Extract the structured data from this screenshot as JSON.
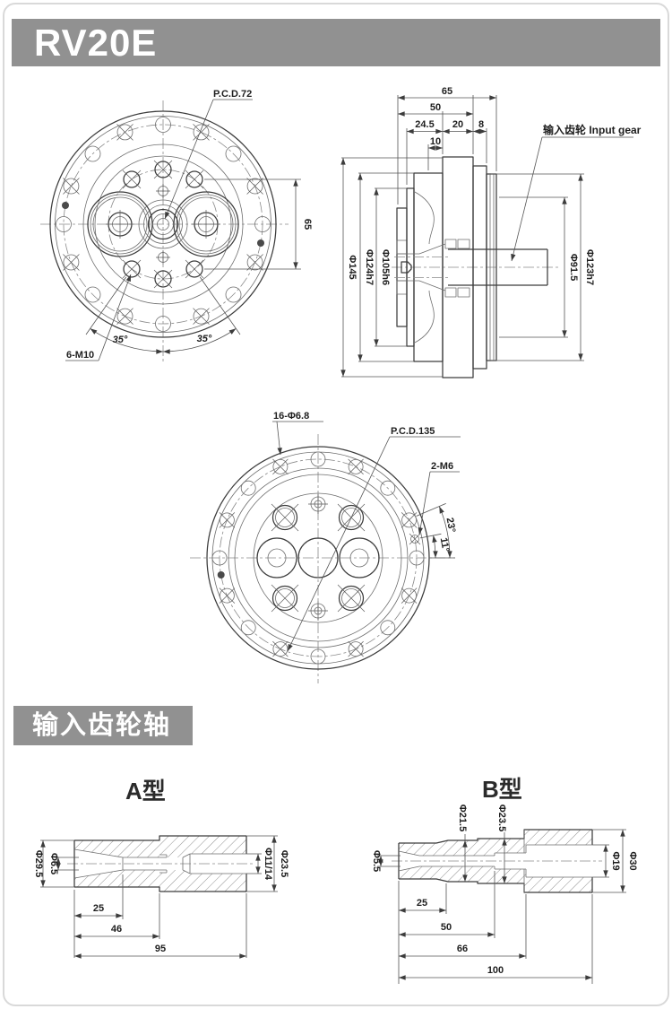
{
  "title": "RV20E",
  "colors": {
    "header_bar": "#919191",
    "ink": "#3c3c3c"
  },
  "front_view": {
    "pcd_label": "P.C.D.72",
    "bolt_label": "6-M10",
    "angle_left": "35°",
    "angle_right": "35°",
    "height_dim": "65"
  },
  "section_view": {
    "top_dims": [
      "65",
      "50",
      "24.5",
      "20",
      "8",
      "10"
    ],
    "left_dims": [
      "Φ145",
      "Φ124h7",
      "Φ105h6"
    ],
    "right_dims": [
      "Φ91.5",
      "Φ123h7"
    ],
    "gear_label": "输入齿轮 Input gear"
  },
  "rear_view": {
    "holes_label": "16-Φ6.8",
    "pcd_label": "P.C.D.135",
    "tap_label": "2-M6",
    "angle_outer": "23°",
    "angle_inner": "11°"
  },
  "shaft_section": {
    "header": "输入齿轮轴",
    "type_a": {
      "title": "A型",
      "dia_labels": [
        "Φ29.5",
        "Φ6.5",
        "Φ11/14",
        "Φ23.5"
      ],
      "length_dims": [
        "25",
        "46",
        "95"
      ]
    },
    "type_b": {
      "title": "B型",
      "dia_labels": [
        "Φ5.5",
        "Φ21.5",
        "Φ23.5",
        "Φ19",
        "Φ30"
      ],
      "length_dims": [
        "25",
        "50",
        "66",
        "100"
      ]
    }
  }
}
